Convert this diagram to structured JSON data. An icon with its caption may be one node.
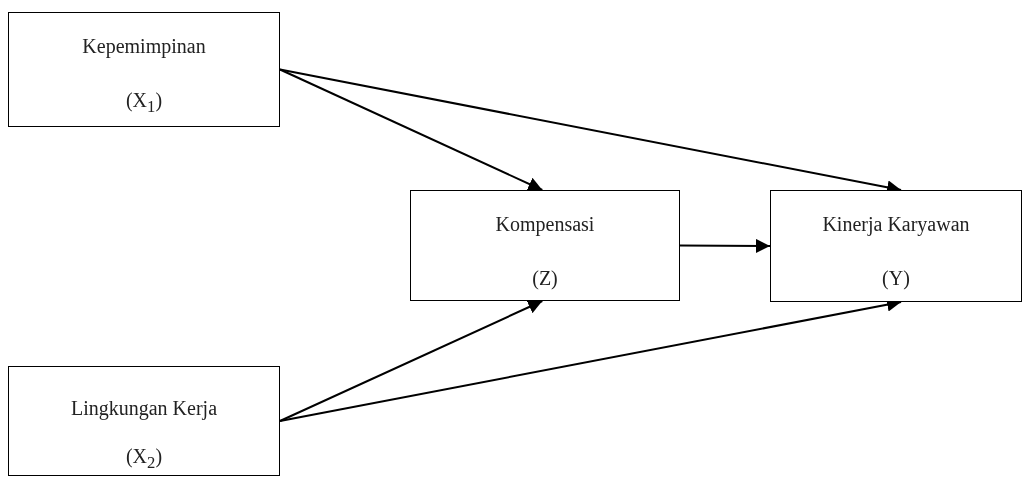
{
  "diagram": {
    "nodes": [
      {
        "text": [
          "Kepemimpinan",
          "(X$_{1}$)"
        ]
      },
      {
        "text": [
          "Kompensasi",
          "(Z)"
        ]
      },
      {
        "text": [
          "Kinerja Karyawan",
          "(Y)"
        ]
      },
      {
        "text": [
          "Lingkungan Kerja",
          "(X$_{2}$)"
        ]
      }
    ],
    "edges": [
      {
        "from": 0,
        "to": 1,
        "arrow": "to"
      },
      {
        "from": 0,
        "to": 2,
        "arrow": "to"
      },
      {
        "from": 1,
        "to": 2,
        "arrow": "to"
      },
      {
        "from": 3,
        "to": 1,
        "arrow": "to"
      },
      {
        "from": 3,
        "to": 2,
        "arrow": "to"
      }
    ]
  }
}
